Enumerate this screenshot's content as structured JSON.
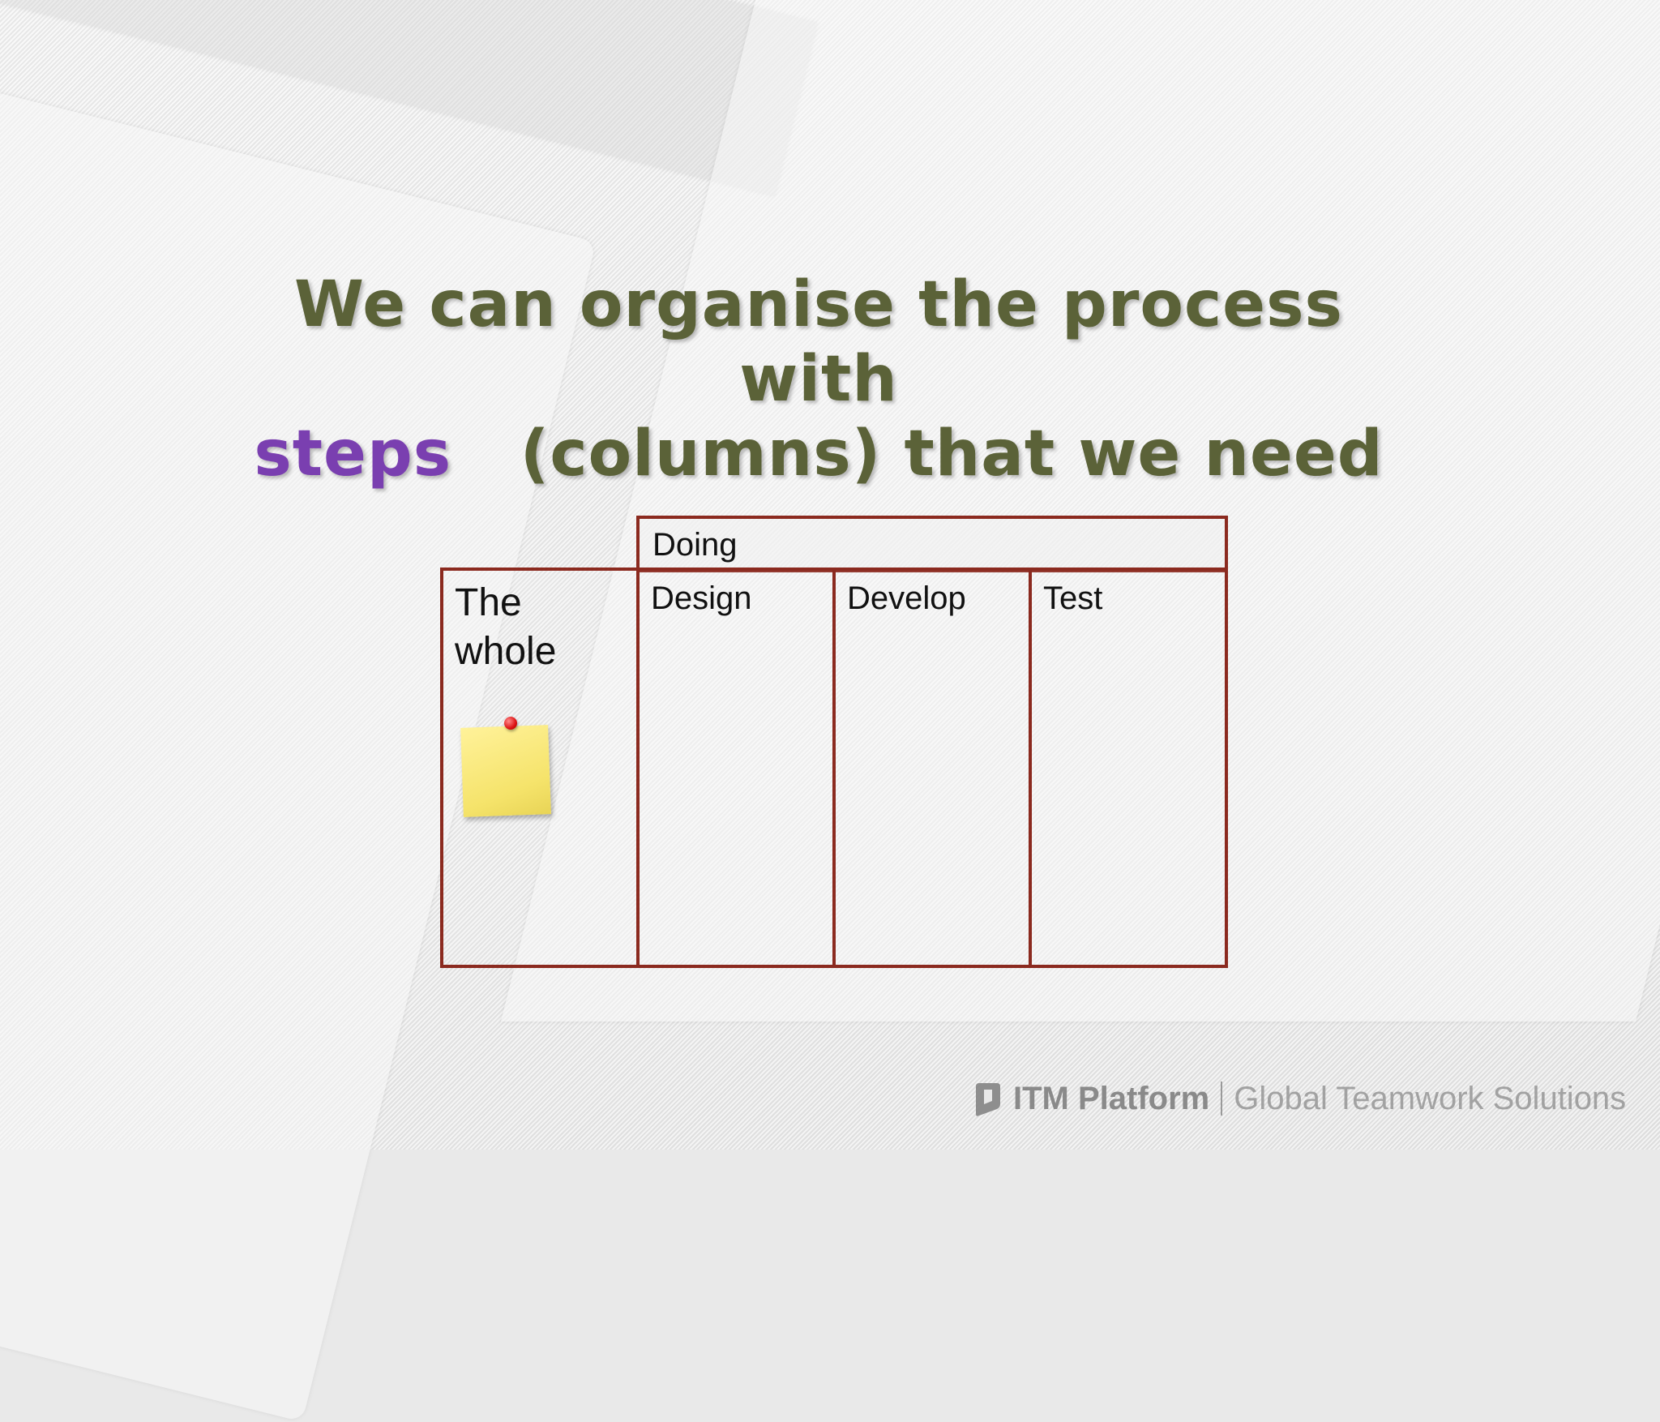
{
  "title": {
    "line1": "We can organise the process with",
    "highlight": "steps",
    "line2_rest": "(columns) that we need"
  },
  "colors": {
    "title": "#5b6238",
    "highlight": "#7a3fb0",
    "border": "#8b2a1f",
    "sticky": "#f5e36a"
  },
  "board": {
    "group_label": "Doing",
    "columns": [
      {
        "label": "The whole"
      },
      {
        "label": "Design"
      },
      {
        "label": "Develop"
      },
      {
        "label": "Test"
      }
    ]
  },
  "footer": {
    "brand": "ITM Platform",
    "tagline": "Global Teamwork Solutions",
    "logo_icon": "itm-logo-icon"
  }
}
